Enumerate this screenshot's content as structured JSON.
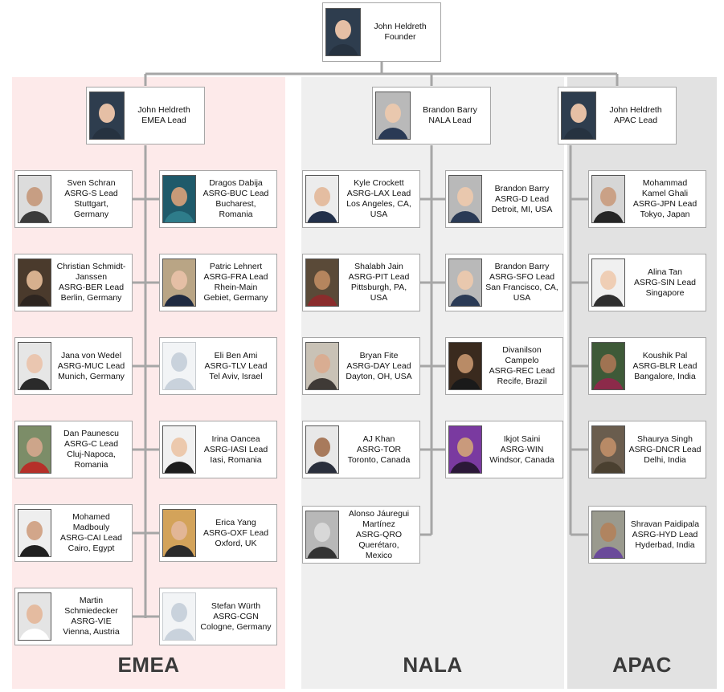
{
  "root": {
    "name": "John Heldreth",
    "role": "Founder"
  },
  "regions": {
    "emea": {
      "label": "EMEA"
    },
    "nala": {
      "label": "NALA"
    },
    "apac": {
      "label": "APAC"
    }
  },
  "leads": {
    "emea": {
      "name": "John Heldreth",
      "role": "EMEA Lead"
    },
    "nala": {
      "name": "Brandon Barry",
      "role": "NALA Lead"
    },
    "apac": {
      "name": "John Heldreth",
      "role": "APAC Lead"
    }
  },
  "emea_left": [
    {
      "lines": [
        "Sven Schran",
        "ASRG-S Lead",
        "Stuttgart,",
        "Germany"
      ]
    },
    {
      "lines": [
        "Christian Schmidt-",
        "Janssen",
        "ASRG-BER Lead",
        "Berlin, Germany"
      ]
    },
    {
      "lines": [
        "Jana von Wedel",
        "ASRG-MUC Lead",
        "Munich, Germany"
      ]
    },
    {
      "lines": [
        "Dan Paunescu",
        "ASRG-C Lead",
        "Cluj-Napoca,",
        "Romania"
      ]
    },
    {
      "lines": [
        "Mohamed",
        "Madbouly",
        "ASRG-CAI Lead",
        "Cairo, Egypt"
      ]
    },
    {
      "lines": [
        "Martin",
        "Schmiedecker",
        "ASRG-VIE",
        "Vienna, Austria"
      ]
    }
  ],
  "emea_right": [
    {
      "lines": [
        "Dragos Dabija",
        "ASRG-BUC Lead",
        "Bucharest,",
        "Romania"
      ]
    },
    {
      "lines": [
        "Patric Lehnert",
        "ASRG-FRA Lead",
        "Rhein-Main",
        "Gebiet, Germany"
      ]
    },
    {
      "lines": [
        "Eli Ben Ami",
        "ASRG-TLV Lead",
        "Tel Aviv, Israel"
      ]
    },
    {
      "lines": [
        "Irina Oancea",
        "ASRG-IASI Lead",
        "Iasi, Romania"
      ]
    },
    {
      "lines": [
        "Erica Yang",
        "ASRG-OXF Lead",
        "Oxford, UK"
      ]
    },
    {
      "lines": [
        "Stefan Würth",
        "ASRG-CGN",
        "Cologne, Germany"
      ]
    }
  ],
  "nala_left": [
    {
      "lines": [
        "Kyle Crockett",
        "ASRG-LAX Lead",
        "Los Angeles, CA,",
        "USA"
      ]
    },
    {
      "lines": [
        "Shalabh Jain",
        "ASRG-PIT Lead",
        "Pittsburgh, PA,",
        "USA"
      ]
    },
    {
      "lines": [
        "Bryan Fite",
        "ASRG-DAY Lead",
        "Dayton, OH, USA"
      ]
    },
    {
      "lines": [
        "AJ Khan",
        "ASRG-TOR",
        "Toronto, Canada"
      ]
    },
    {
      "lines": [
        "Alonso Jáuregui",
        "Martínez",
        "ASRG-QRO",
        "Querétaro,",
        "Mexico"
      ]
    }
  ],
  "nala_right": [
    {
      "lines": [
        "Brandon Barry",
        "ASRG-D Lead",
        "Detroit, MI, USA"
      ]
    },
    {
      "lines": [
        "Brandon Barry",
        "ASRG-SFO Lead",
        "San Francisco, CA,",
        "USA"
      ]
    },
    {
      "lines": [
        "Divanilson",
        "Campelo",
        "ASRG-REC Lead",
        "Recife, Brazil"
      ]
    },
    {
      "lines": [
        "Ikjot Saini",
        "ASRG-WIN",
        "Windsor, Canada"
      ]
    }
  ],
  "apac": [
    {
      "lines": [
        "Mohammad",
        "Kamel Ghali",
        "ASRG-JPN Lead",
        "Tokyo, Japan"
      ]
    },
    {
      "lines": [
        "Alina Tan",
        "ASRG-SIN Lead",
        "Singapore"
      ]
    },
    {
      "lines": [
        "Koushik Pal",
        "ASRG-BLR Lead",
        "Bangalore, India"
      ]
    },
    {
      "lines": [
        "Shaurya Singh",
        "ASRG-DNCR Lead",
        "Delhi, India"
      ]
    },
    {
      "lines": [
        "Shravan Paidipala",
        "ASRG-HYD Lead",
        "Hyderbad, India"
      ]
    }
  ]
}
